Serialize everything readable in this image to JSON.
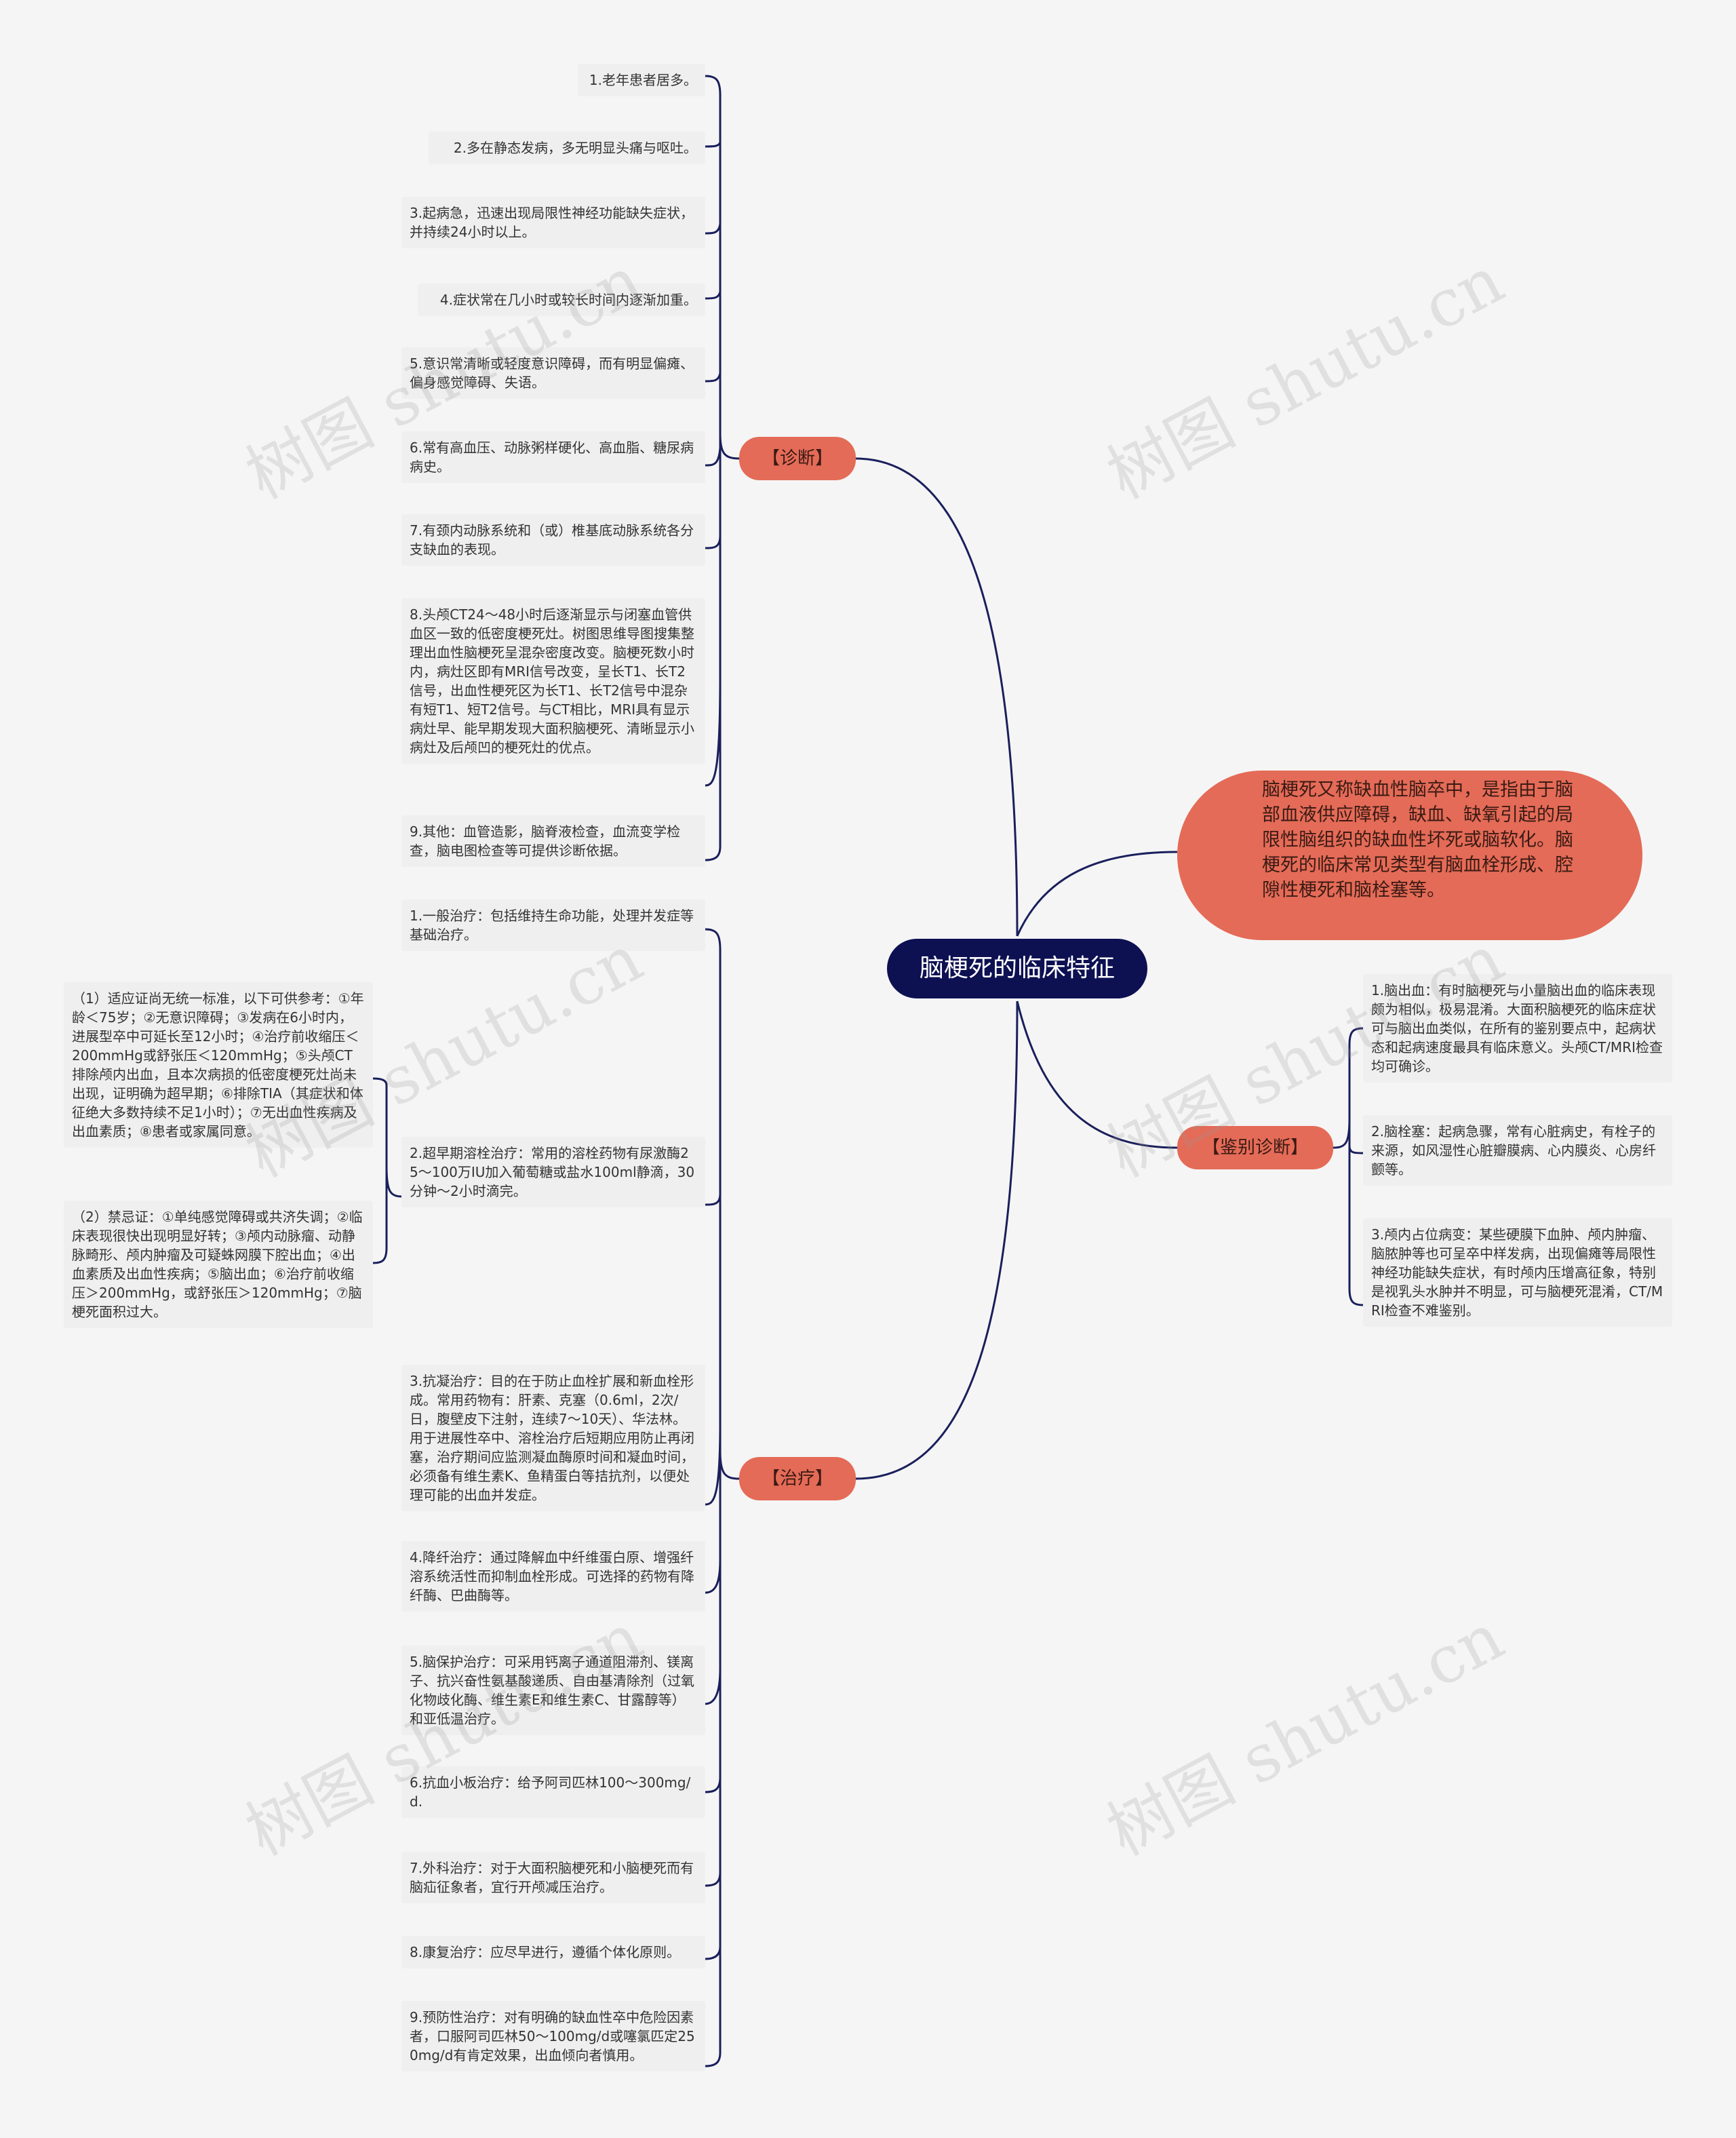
{
  "root": {
    "title": "脑梗死的临床特征"
  },
  "description": "脑梗死又称缺血性脑卒中，是指由于脑部血液供应障碍，缺血、缺氧引起的局限性脑组织的缺血性坏死或脑软化。脑梗死的临床常见类型有脑血栓形成、腔隙性梗死和脑栓塞等。",
  "branches": {
    "diagnosis": {
      "label": "【诊断】",
      "items": [
        "1.老年患者居多。",
        "2.多在静态发病，多无明显头痛与呕吐。",
        "3.起病急，迅速出现局限性神经功能缺失症状，并持续24小时以上。",
        "4.症状常在几小时或较长时间内逐渐加重。",
        "5.意识常清晰或轻度意识障碍，而有明显偏瘫、偏身感觉障碍、失语。",
        "6.常有高血压、动脉粥样硬化、高血脂、糖尿病病史。",
        "7.有颈内动脉系统和（或）椎基底动脉系统各分支缺血的表现。",
        "8.头颅CT24～48小时后逐渐显示与闭塞血管供血区一致的低密度梗死灶。树图思维导图搜集整理出血性脑梗死呈混杂密度改变。脑梗死数小时内，病灶区即有MRI信号改变，呈长T1、长T2信号，出血性梗死区为长T1、长T2信号中混杂有短T1、短T2信号。与CT相比，MRI具有显示病灶早、能早期发现大面积脑梗死、清晰显示小病灶及后颅凹的梗死灶的优点。",
        "9.其他：血管造影，脑脊液检查，血流变学检查，脑电图检查等可提供诊断依据。"
      ]
    },
    "treatment": {
      "label": "【治疗】",
      "items": [
        "1.一般治疗：包括维持生命功能，处理并发症等基础治疗。",
        "2.超早期溶栓治疗：常用的溶栓药物有尿激酶25～100万IU加入葡萄糖或盐水100ml静滴，30分钟～2小时滴完。",
        "3.抗凝治疗：目的在于防止血栓扩展和新血栓形成。常用药物有：肝素、克塞（0.6ml，2次/日，腹壁皮下注射，连续7～10天）、华法林。用于进展性卒中、溶栓治疗后短期应用防止再闭塞，治疗期间应监测凝血酶原时间和凝血时间，必须备有维生素K、鱼精蛋白等拮抗剂，以便处理可能的出血并发症。",
        "4.降纤治疗：通过降解血中纤维蛋白原、增强纤溶系统活性而抑制血栓形成。可选择的药物有降纤酶、巴曲酶等。",
        "5.脑保护治疗：可采用钙离子通道阻滞剂、镁离子、抗兴奋性氨基酸递质、自由基清除剂（过氧化物歧化酶、维生素E和维生素C、甘露醇等）和亚低温治疗。",
        "6.抗血小板治疗：给予阿司匹林100～300mg/d.",
        "7.外科治疗：对于大面积脑梗死和小脑梗死而有脑疝征象者，宜行开颅减压治疗。",
        "8.康复治疗：应尽早进行，遵循个体化原则。",
        "9.预防性治疗：对有明确的缺血性卒中危险因素者，口服阿司匹林50～100mg/d或噻氯匹定250mg/d有肯定效果，出血倾向者慎用。"
      ],
      "thrombolysis_notes": [
        "（1）适应证尚无统一标准，以下可供参考：①年龄＜75岁；②无意识障碍；③发病在6小时内，进展型卒中可延长至12小时；④治疗前收缩压＜200mmHg或舒张压＜120mmHg；⑤头颅CT排除颅内出血，且本次病损的低密度梗死灶尚未出现，证明确为超早期；⑥排除TIA（其症状和体征绝大多数持续不足1小时）；⑦无出血性疾病及出血素质；⑧患者或家属同意。",
        "（2）禁忌证：①单纯感觉障碍或共济失调；②临床表现很快出现明显好转；③颅内动脉瘤、动静脉畸形、颅内肿瘤及可疑蛛网膜下腔出血；④出血素质及出血性疾病；⑤脑出血；⑥治疗前收缩压＞200mmHg，或舒张压＞120mmHg；⑦脑梗死面积过大。"
      ]
    },
    "differential": {
      "label": "【鉴别诊断】",
      "items": [
        "1.脑出血：有时脑梗死与小量脑出血的临床表现颇为相似，极易混淆。大面积脑梗死的临床症状可与脑出血类似，在所有的鉴别要点中，起病状态和起病速度最具有临床意义。头颅CT/MRI检查均可确诊。",
        "2.脑栓塞：起病急骤，常有心脏病史，有栓子的来源，如风湿性心脏瓣膜病、心内膜炎、心房纤颤等。",
        "3.颅内占位病变：某些硬膜下血肿、颅内肿瘤、脑脓肿等也可呈卒中样发病，出现偏瘫等局限性神经功能缺失症状，有时颅内压增高征象，特别是视乳头水肿并不明显，可与脑梗死混淆，CT/MRI检查不难鉴别。"
      ]
    }
  },
  "watermark": "树图 shutu.cn",
  "colors": {
    "background": "#f5f5f5",
    "root": "#0d1152",
    "branch": "#e46b57",
    "leaf": "#efefef",
    "line": "#1a1f5c"
  }
}
